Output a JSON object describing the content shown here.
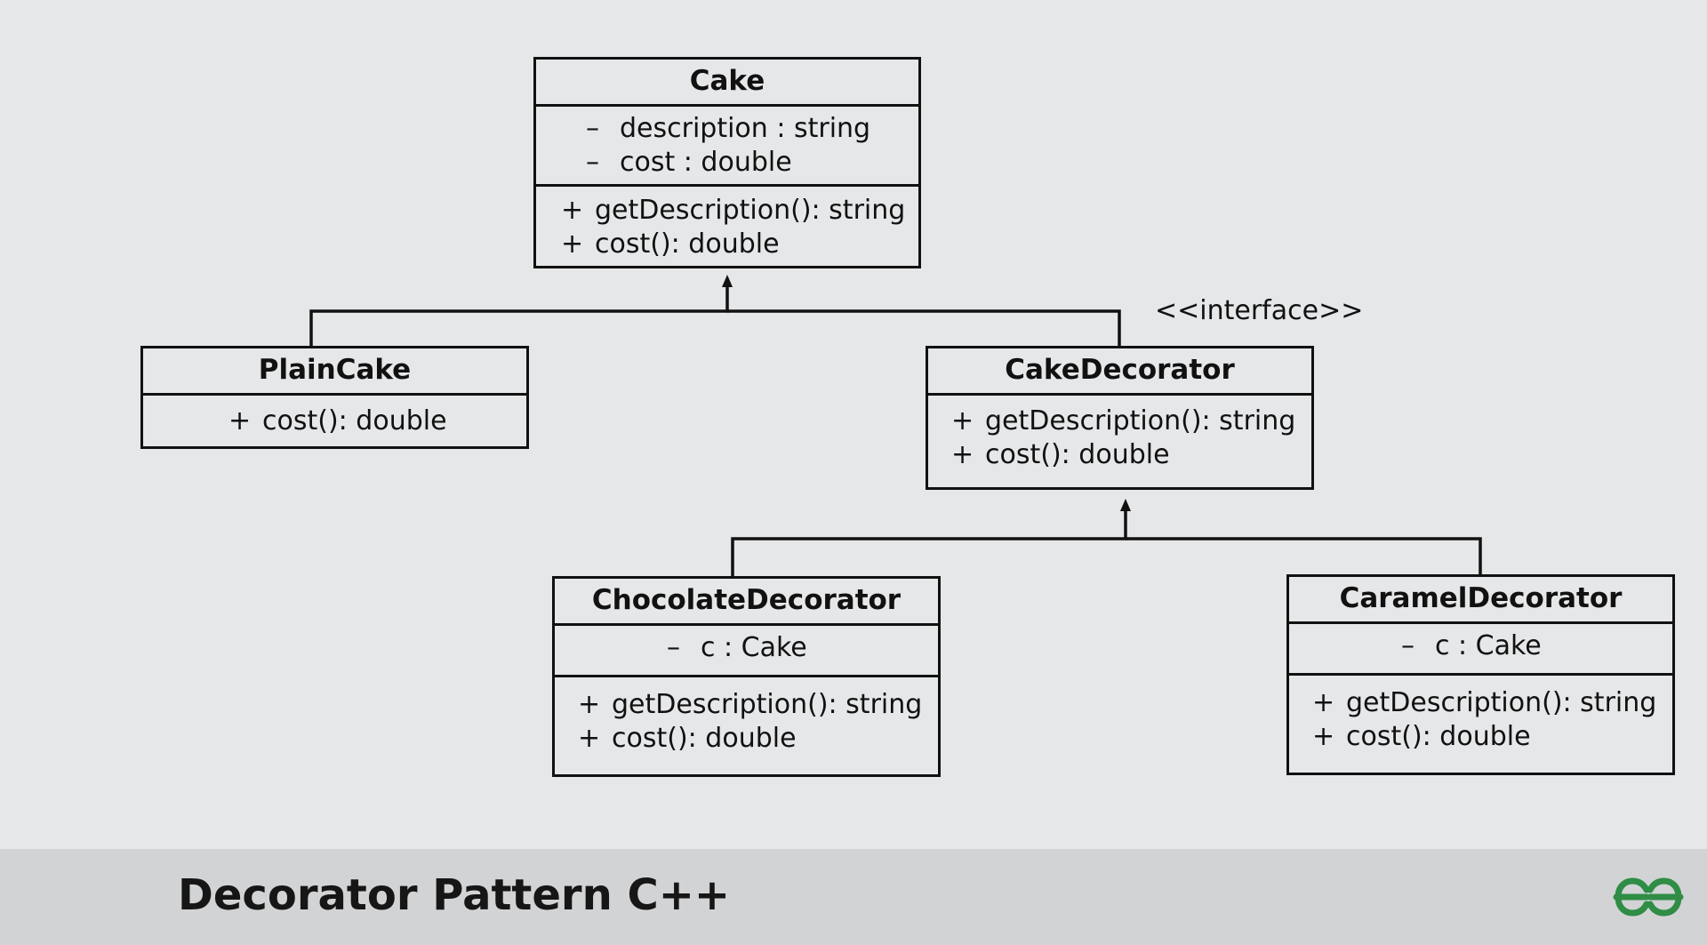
{
  "diagram": {
    "classes": {
      "cake": {
        "name": "Cake",
        "attributes": [
          {
            "vis": "–",
            "text": "description : string"
          },
          {
            "vis": "–",
            "text": "cost : double"
          }
        ],
        "methods": [
          {
            "vis": "+",
            "text": "getDescription(): string"
          },
          {
            "vis": "+",
            "text": "cost(): double"
          }
        ]
      },
      "plain_cake": {
        "name": "PlainCake",
        "methods": [
          {
            "vis": "+",
            "text": "cost(): double"
          }
        ]
      },
      "cake_decorator": {
        "stereotype": "<<interface>>",
        "name": "CakeDecorator",
        "methods": [
          {
            "vis": "+",
            "text": "getDescription(): string"
          },
          {
            "vis": "+",
            "text": "cost(): double"
          }
        ]
      },
      "chocolate_decorator": {
        "name": "ChocolateDecorator",
        "attributes": [
          {
            "vis": "–",
            "text": "c : Cake"
          }
        ],
        "methods": [
          {
            "vis": "+",
            "text": "getDescription(): string"
          },
          {
            "vis": "+",
            "text": "cost(): double"
          }
        ]
      },
      "caramel_decorator": {
        "name": "CaramelDecorator",
        "attributes": [
          {
            "vis": "–",
            "text": "c : Cake"
          }
        ],
        "methods": [
          {
            "vis": "+",
            "text": "getDescription(): string"
          },
          {
            "vis": "+",
            "text": "cost(): double"
          }
        ]
      }
    }
  },
  "footer": {
    "title": "Decorator Pattern C++",
    "logo_icon": "geeksforgeeks-logo-icon",
    "logo_color": "#2f8d46"
  },
  "colors": {
    "background": "#e6e7e9",
    "footer_background": "#d2d3d5",
    "line": "#111111"
  }
}
